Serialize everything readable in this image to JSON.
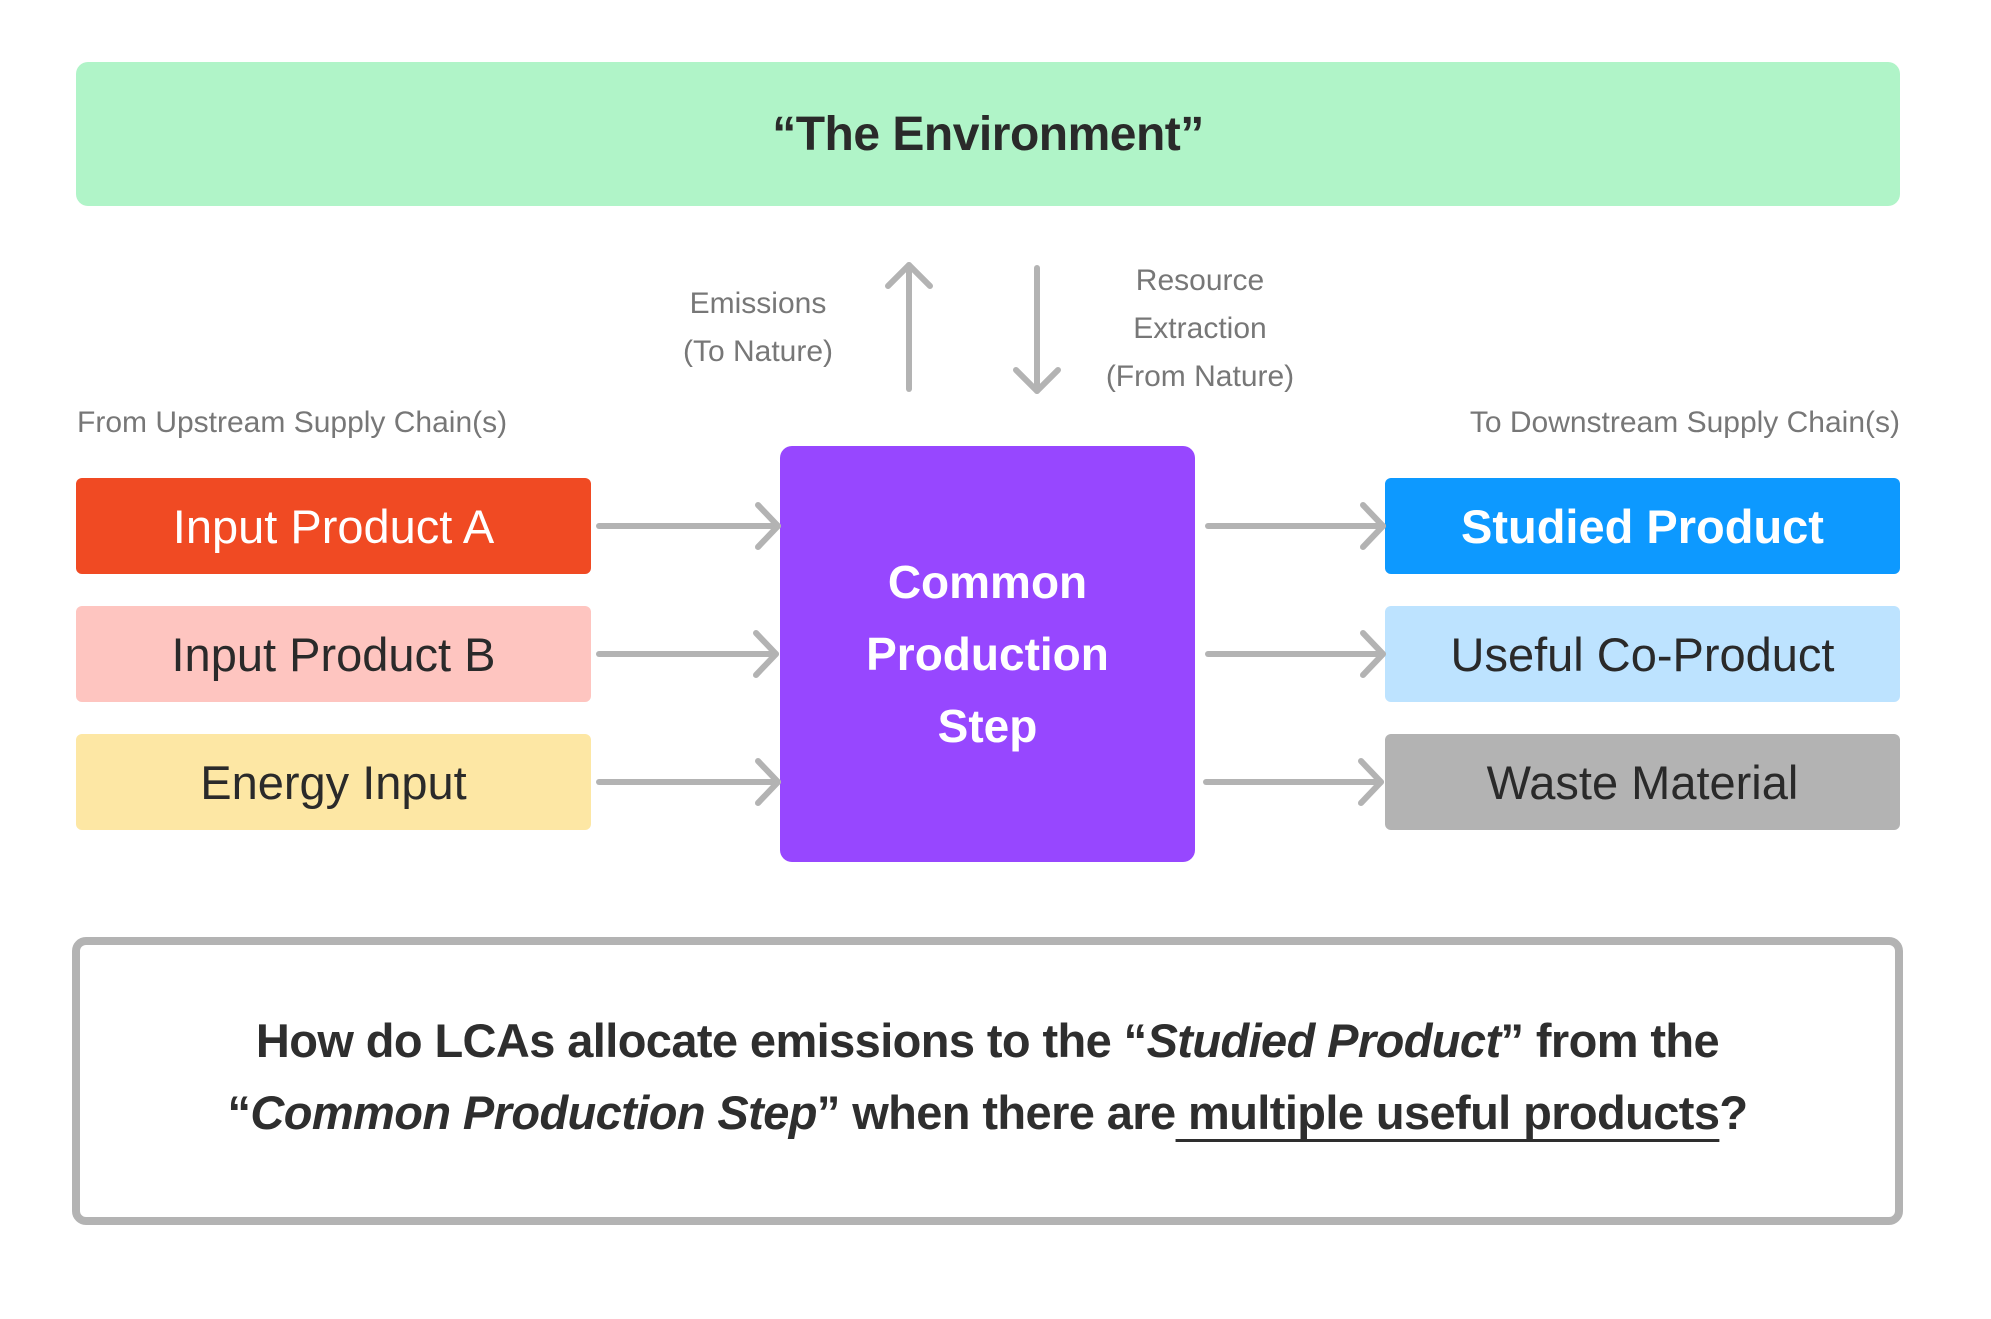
{
  "colors": {
    "environment": "#B0F4C8",
    "input_a": "#F04A23",
    "input_b": "#FEC5C0",
    "energy": "#FDE7A4",
    "process": "#9747FF",
    "studied": "#0D99FF",
    "coproduct": "#BDE3FF",
    "waste": "#B3B3B3",
    "arrow": "#B3B3B3",
    "label_gray": "#777777"
  },
  "environment": {
    "title": "“The Environment”"
  },
  "exchanges": {
    "emissions": {
      "line1": "Emissions",
      "line2": "(To Nature)",
      "direction": "up"
    },
    "resources": {
      "line1": "Resource",
      "line2": "Extraction",
      "line3": "(From Nature)",
      "direction": "down"
    }
  },
  "upstream": {
    "label": "From Upstream Supply Chain(s)",
    "items": [
      {
        "label": "Input Product A"
      },
      {
        "label": "Input Product B"
      },
      {
        "label": "Energy Input"
      }
    ]
  },
  "process": {
    "line1": "Common",
    "line2": "Production",
    "line3": "Step"
  },
  "downstream": {
    "label": "To Downstream Supply Chain(s)",
    "items": [
      {
        "label": "Studied Product"
      },
      {
        "label": "Useful Co-Product"
      },
      {
        "label": "Waste Material"
      }
    ]
  },
  "question": {
    "part1": "How do LCAs allocate emissions to the “",
    "em1": "Studied Product",
    "part2": "” from the",
    "part3": "“",
    "em2": "Common Production Step",
    "part4": "” when there are",
    "underlined": " multiple useful products",
    "part5": "?"
  }
}
